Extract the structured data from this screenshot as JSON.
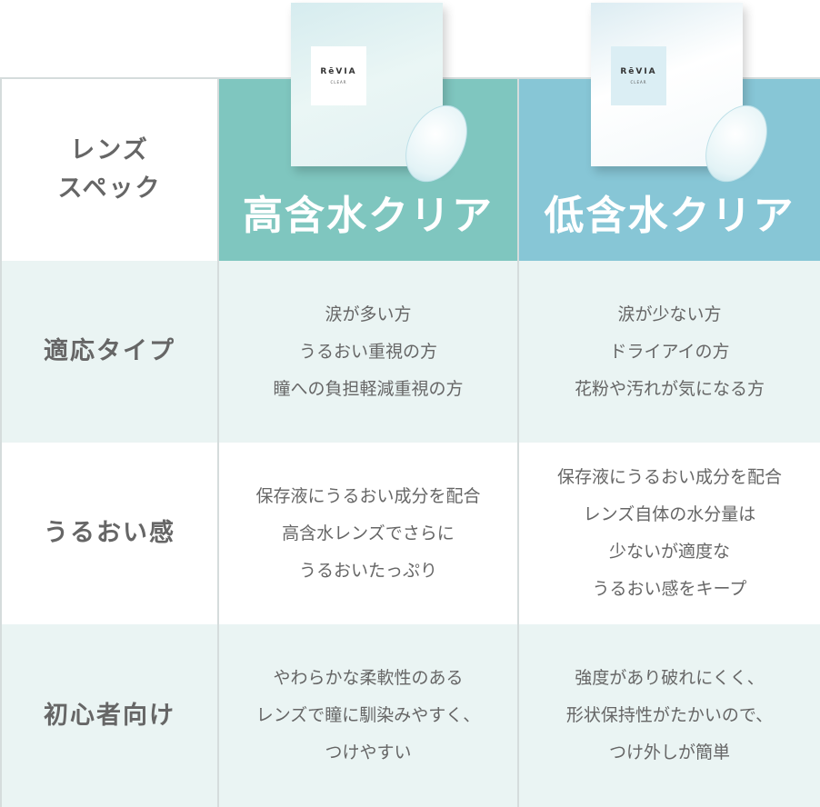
{
  "header": {
    "spec_label": "レンズ\nスペック",
    "col1_title": "高含水クリア",
    "col2_title": "低含水クリア",
    "brand": "RēVIA",
    "brand_sub": "CLEAR",
    "colors": {
      "col1": "#7fc6bf",
      "col2": "#87c6d6"
    }
  },
  "rows": [
    {
      "label": "適応タイプ",
      "col1": "涙が多い方\nうるおい重視の方\n瞳への負担軽減重視の方",
      "col2": "涙が少ない方\nドライアイの方\n花粉や汚れが気になる方"
    },
    {
      "label": "うるおい感",
      "col1": "保存液にうるおい成分を配合\n高含水レンズでさらに\nうるおいたっぷり",
      "col2": "保存液にうるおい成分を配合\nレンズ自体の水分量は\n少ないが適度な\nうるおい感をキープ"
    },
    {
      "label": "初心者向け",
      "col1": "やわらかな柔軟性のある\nレンズで瞳に馴染みやすく、\nつけやすい",
      "col2": "強度があり破れにくく、\n形状保持性がたかいので、\nつけ外しが簡単"
    }
  ]
}
